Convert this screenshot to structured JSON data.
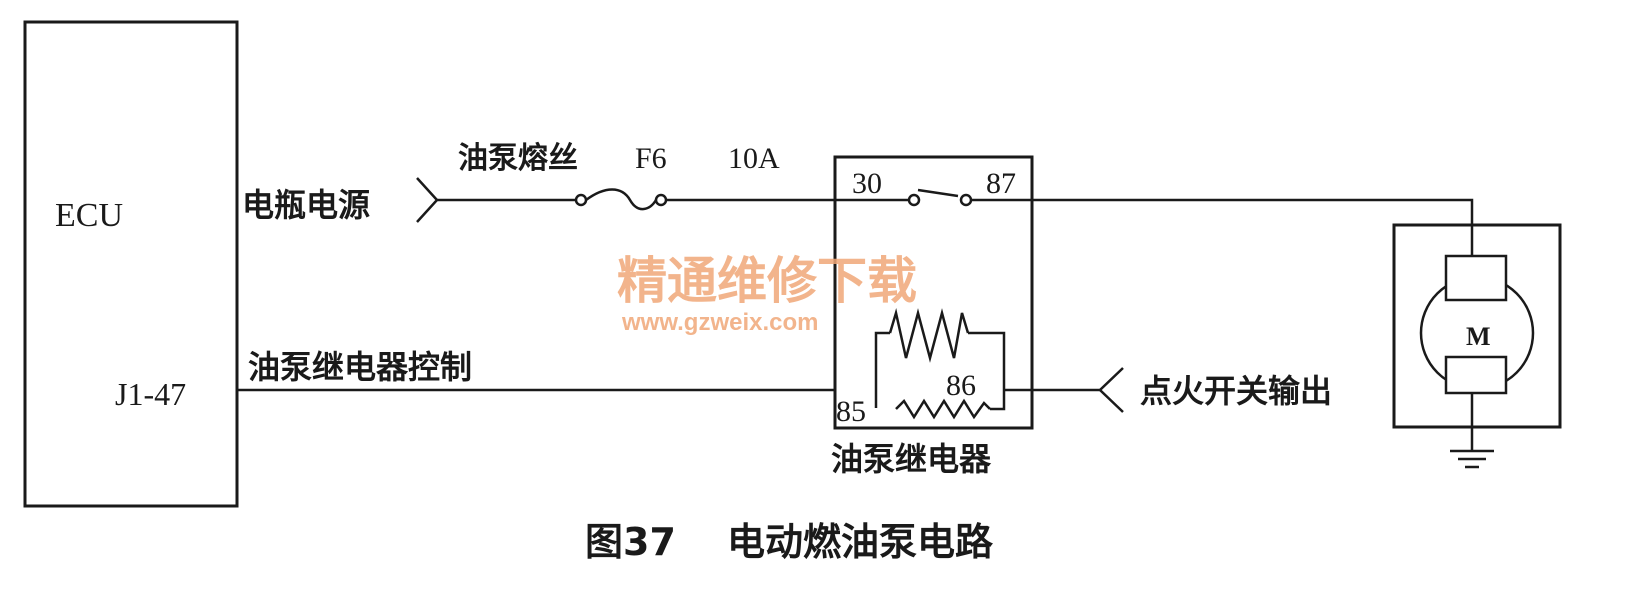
{
  "ecu": {
    "name": "ECU",
    "pin": "J1-47"
  },
  "signals": {
    "battery": "电瓶电源",
    "relay_control": "油泵继电器控制",
    "ignition": "点火开关输出"
  },
  "fuse": {
    "label": "油泵熔丝",
    "id": "F6",
    "rating": "10A"
  },
  "relay": {
    "name": "油泵继电器",
    "pins": {
      "p30": "30",
      "p87": "87",
      "p85": "85",
      "p86": "86"
    }
  },
  "motor": {
    "symbol": "M"
  },
  "caption": {
    "number": "图37",
    "title": "电动燃油泵电路"
  },
  "watermark": {
    "line1": "精通维修下载",
    "line2": "www.gzweix.com",
    "color": "#f0a878"
  }
}
